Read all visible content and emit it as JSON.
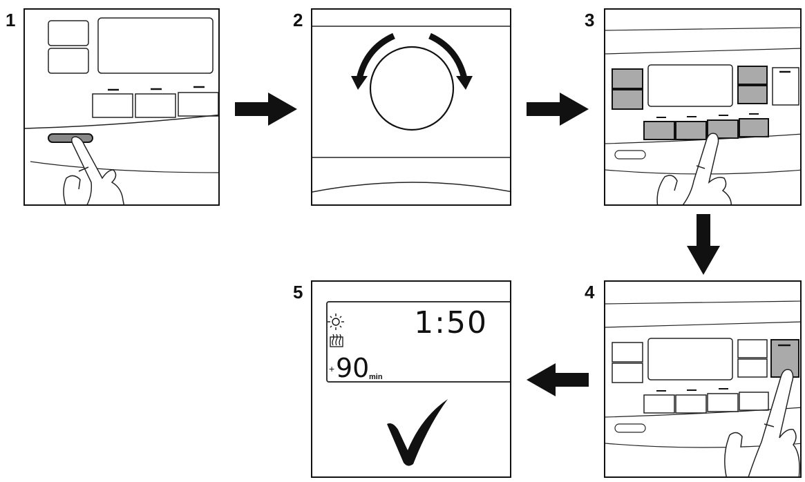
{
  "steps": [
    {
      "number": "1"
    },
    {
      "number": "2"
    },
    {
      "number": "3"
    },
    {
      "number": "4"
    },
    {
      "number": "5"
    }
  ],
  "display": {
    "time": "1:50",
    "plus": "+",
    "extra_value": "90",
    "extra_unit": "min"
  },
  "icons": [
    "hand-pointer-icon",
    "rotate-arrows-icon",
    "sun-icon",
    "steam-icon",
    "checkmark-icon",
    "arrow-right-icon",
    "arrow-down-icon",
    "arrow-left-icon"
  ]
}
